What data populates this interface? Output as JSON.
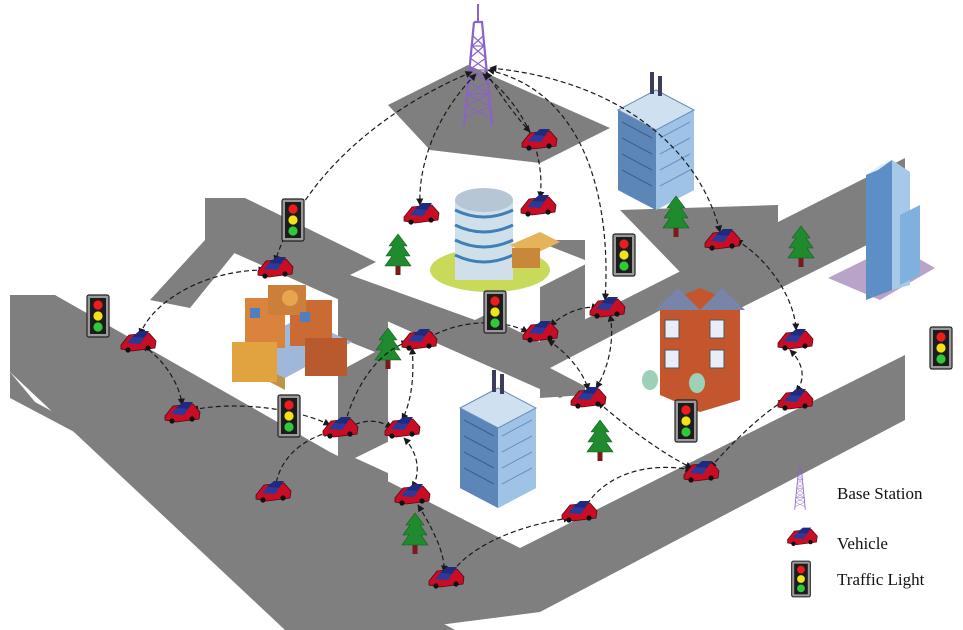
{
  "legend": {
    "base_station": "Base Station",
    "vehicle": "Vehicle",
    "traffic_light": "Traffic Light"
  },
  "icons": {
    "base_station": "base-station-tower-icon",
    "vehicle": "vehicle-car-icon",
    "traffic_light": "traffic-light-icon",
    "tree": "tree-icon",
    "building": "building-icon"
  },
  "colors": {
    "road": "#7f7f7f",
    "block": "#ffffff",
    "tower": "#8a63c9",
    "car_body": "#d8102a",
    "car_window": "#2a2f8a",
    "tree": "#1f8a2e",
    "light_red": "#ee1c1c",
    "light_yellow": "#f2e21a",
    "light_green": "#2fc93a"
  }
}
